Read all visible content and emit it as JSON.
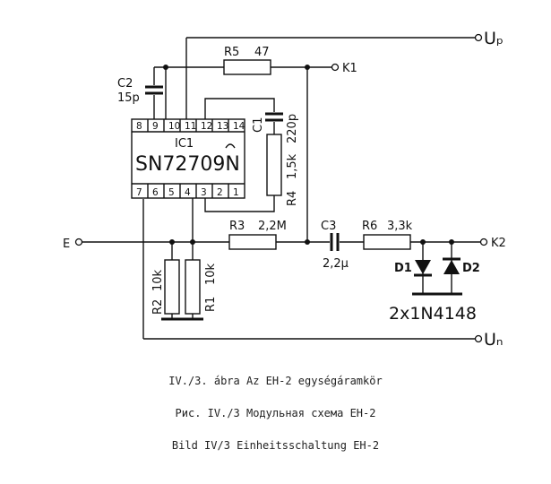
{
  "terminals": {
    "up": "Uₚ",
    "un": "Uₙ",
    "k1": "K1",
    "k2": "K2",
    "e": "E"
  },
  "ic": {
    "ref": "IC1",
    "part": "SN72709N",
    "pins_top": [
      "8",
      "9",
      "10",
      "11",
      "12",
      "13",
      "14"
    ],
    "pins_bottom": [
      "7",
      "6",
      "5",
      "4",
      "3",
      "2",
      "1"
    ]
  },
  "components": {
    "r5": "R5",
    "r5_value": "47",
    "c2": "C2",
    "c2_value": "15p",
    "c1": "C1",
    "c1_value": "220p",
    "r4": "R4",
    "r4_value": "1,5k",
    "r3": "R3",
    "r3_value": "2,2M",
    "c3": "C3",
    "c3_value": "2,2µ",
    "r6": "R6",
    "r6_value": "3,3k",
    "r2": "R2",
    "r2_value": "10k",
    "r1": "R1",
    "r1_value": "10k",
    "d1": "D1",
    "d2": "D2",
    "diodes": "2x1N4148"
  },
  "captions": [
    "IV./3. ábra  Az EH-2 egységáramkör",
    "Рис. IV./3  Модульная схема EH-2",
    "Bild IV/3 Einheitsschaltung EH-2"
  ]
}
